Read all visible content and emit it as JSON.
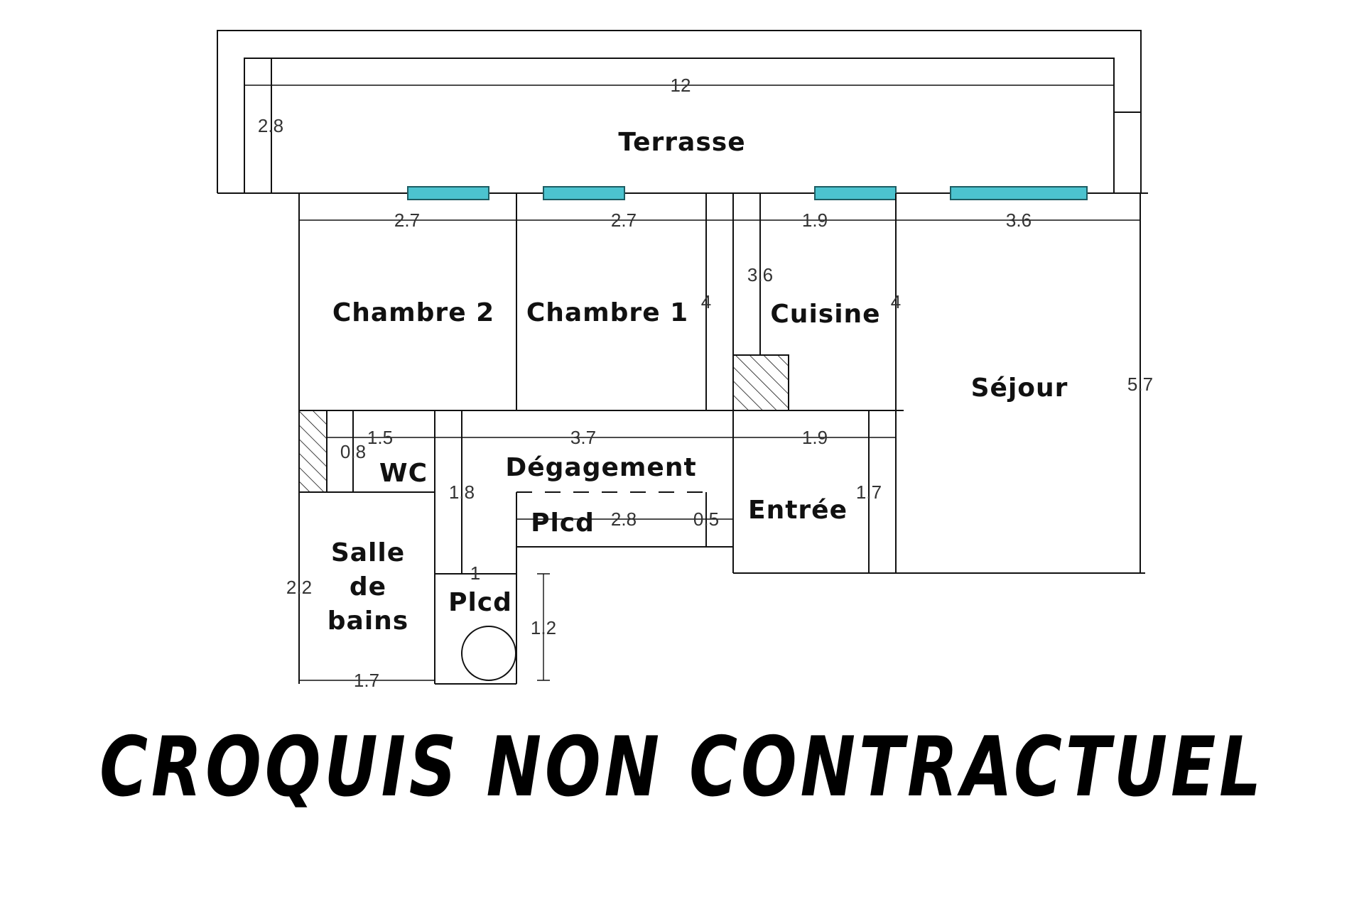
{
  "rooms": {
    "terrasse": "Terrasse",
    "chambre2": "Chambre 2",
    "chambre1": "Chambre 1",
    "cuisine": "Cuisine",
    "sejour": "Séjour",
    "wc": "WC",
    "degagement": "Dégagement",
    "entree": "Entrée",
    "placard": "Plcd",
    "sdb_line1": "Salle",
    "sdb_line2": "de",
    "sdb_line3": "bains"
  },
  "dimensions": {
    "terrasse_width": "12",
    "terrasse_depth": "2.8",
    "chambre2_width": "2.7",
    "chambre1_width": "2.7",
    "cuisine_width": "1.9",
    "sejour_width": "3.6",
    "kitchen_inner": "3.6",
    "chambre1_depth": "4",
    "cuisine_depth": "4",
    "sejour_depth": "5.7",
    "wc_width": "1.5",
    "wc_depth": "0.8",
    "degagement_width": "3.7",
    "entree_width": "1.9",
    "corridor_depth": "1.8",
    "entree_depth": "1.7",
    "placard_width": "2.8",
    "placard_depth": "0.5",
    "placard2_width": "1",
    "placard2_depth": "1.2",
    "sdb_depth": "2.2",
    "sdb_width": "1.7"
  },
  "disclaimer": "CROQUIS NON CONTRACTUEL",
  "colors": {
    "window": "#4cc3cf",
    "line": "#111111"
  }
}
